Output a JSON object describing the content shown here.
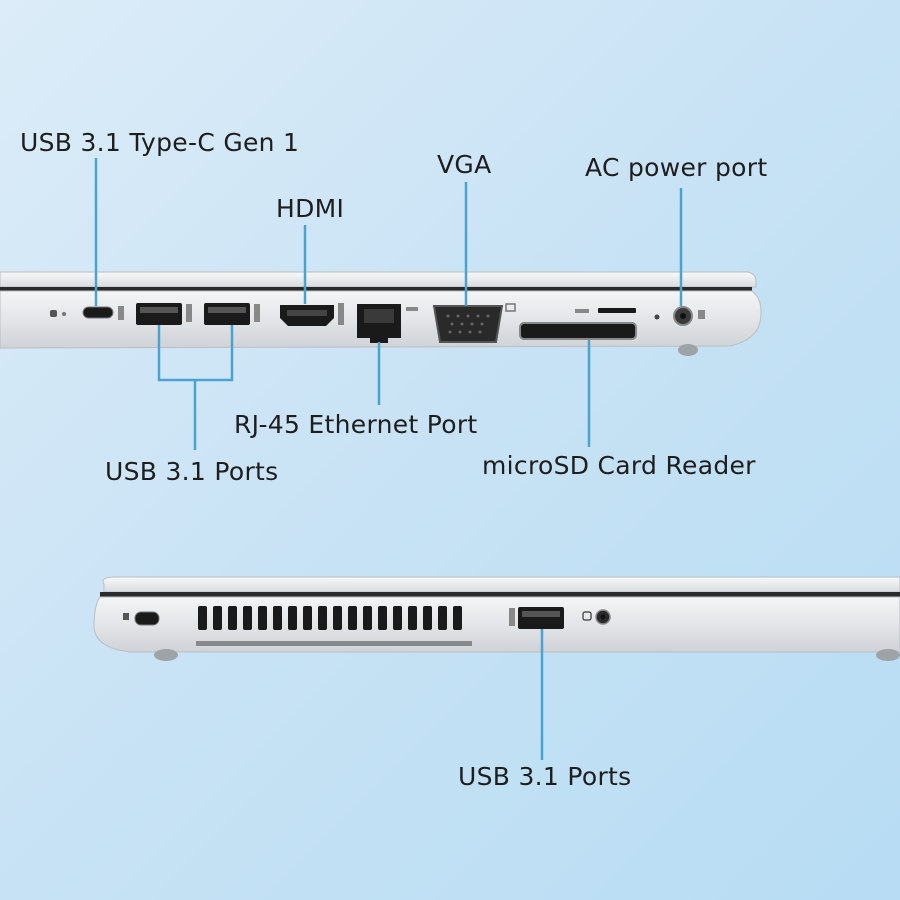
{
  "colors": {
    "background": "#c9e3f5",
    "leader_line": "#4aa3cf",
    "laptop_body": "#e6e8eb",
    "laptop_edge": "#b9bdc2",
    "port_dark": "#1a1a1a"
  },
  "callouts": {
    "usb_c": "USB 3.1 Type-C Gen 1",
    "hdmi": "HDMI",
    "vga": "VGA",
    "ac_power": "AC power port",
    "rj45": "RJ-45 Ethernet Port",
    "usb_ports_top": "USB 3.1 Ports",
    "microsd": "microSD Card Reader",
    "usb_ports_bottom": "USB 3.1 Ports"
  },
  "icons": [
    "usb-c-icon",
    "usb-a-icon",
    "hdmi-icon",
    "ethernet-icon",
    "vga-icon",
    "sd-card-icon",
    "power-icon",
    "lock-icon",
    "headphone-icon"
  ]
}
